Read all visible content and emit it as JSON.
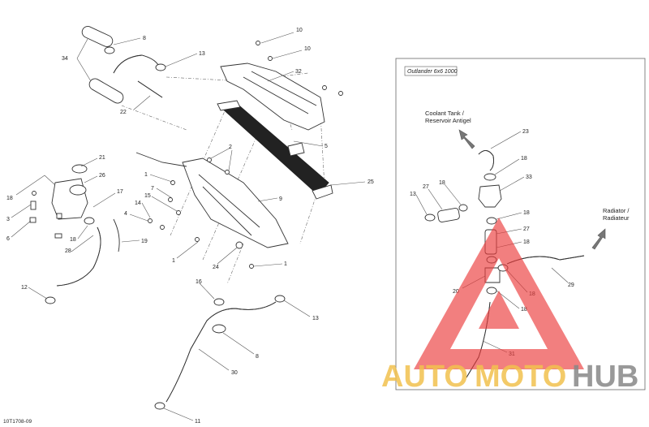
{
  "diagram": {
    "reference_code": "10T1708-09",
    "inset": {
      "title": "Outlander 6x6 1000",
      "coolant_tank_label": [
        "Coolant Tank /",
        "Reservoir Antigel"
      ],
      "radiator_label": [
        "Radiator /",
        "Radiateur"
      ]
    },
    "callouts": [
      {
        "id": "c10a",
        "text": "10"
      },
      {
        "id": "c10b",
        "text": "10"
      },
      {
        "id": "c8a",
        "text": "8"
      },
      {
        "id": "c34",
        "text": "34"
      },
      {
        "id": "c13a",
        "text": "13"
      },
      {
        "id": "c32",
        "text": "32"
      },
      {
        "id": "c22",
        "text": "22"
      },
      {
        "id": "c5",
        "text": "5"
      },
      {
        "id": "c2",
        "text": "2"
      },
      {
        "id": "c25",
        "text": "25"
      },
      {
        "id": "c21",
        "text": "21"
      },
      {
        "id": "c26",
        "text": "26"
      },
      {
        "id": "c18a",
        "text": "18"
      },
      {
        "id": "c3",
        "text": "3"
      },
      {
        "id": "c6",
        "text": "6"
      },
      {
        "id": "c17",
        "text": "17"
      },
      {
        "id": "c1a",
        "text": "1"
      },
      {
        "id": "c7",
        "text": "7"
      },
      {
        "id": "c14",
        "text": "14"
      },
      {
        "id": "c15",
        "text": "15"
      },
      {
        "id": "c4",
        "text": "4"
      },
      {
        "id": "c9",
        "text": "9"
      },
      {
        "id": "c18b",
        "text": "18"
      },
      {
        "id": "c19",
        "text": "19"
      },
      {
        "id": "c28",
        "text": "28"
      },
      {
        "id": "c1b",
        "text": "1"
      },
      {
        "id": "c24",
        "text": "24"
      },
      {
        "id": "c1c",
        "text": "1"
      },
      {
        "id": "c12",
        "text": "12"
      },
      {
        "id": "c16",
        "text": "16"
      },
      {
        "id": "c13b",
        "text": "13"
      },
      {
        "id": "c8b",
        "text": "8"
      },
      {
        "id": "c30",
        "text": "30"
      },
      {
        "id": "c11",
        "text": "11"
      },
      {
        "id": "c23",
        "text": "23"
      },
      {
        "id": "c18c",
        "text": "18"
      },
      {
        "id": "c33",
        "text": "33"
      },
      {
        "id": "c27a",
        "text": "27"
      },
      {
        "id": "c18d",
        "text": "18"
      },
      {
        "id": "c13c",
        "text": "13"
      },
      {
        "id": "c18e",
        "text": "18"
      },
      {
        "id": "c27b",
        "text": "27"
      },
      {
        "id": "c18f",
        "text": "18"
      },
      {
        "id": "c29",
        "text": "29"
      },
      {
        "id": "c20",
        "text": "20"
      },
      {
        "id": "c18g",
        "text": "18"
      },
      {
        "id": "c18h",
        "text": "18"
      },
      {
        "id": "c31",
        "text": "31"
      }
    ]
  },
  "watermark": {
    "part_a": "AUTO",
    "part_b": "MOTO",
    "part_c": "HUB",
    "color_a": "#f2c14e",
    "color_b": "#f2c14e",
    "color_c": "#888888",
    "triangle_color": "#ec3b3b"
  }
}
